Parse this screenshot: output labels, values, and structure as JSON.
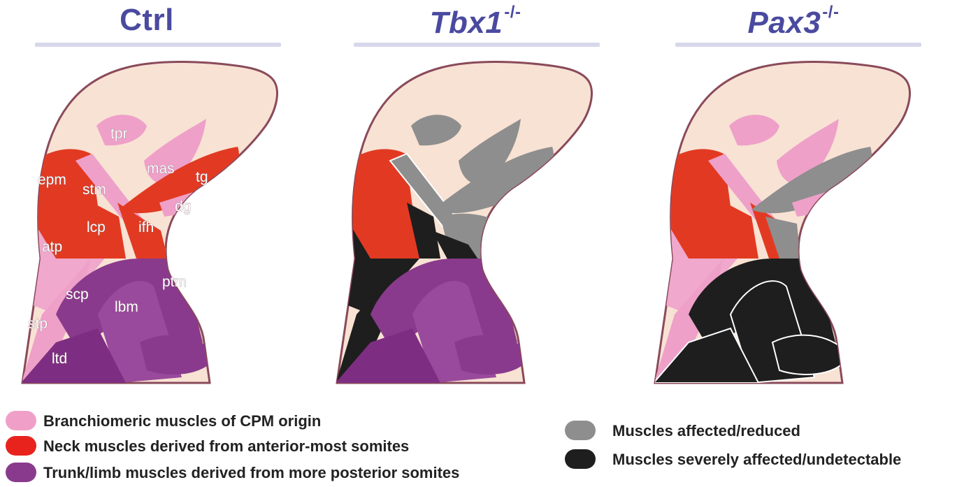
{
  "panels": [
    {
      "title": "Ctrl",
      "superscript": ""
    },
    {
      "title": "Tbx1",
      "superscript": "-/-"
    },
    {
      "title": "Pax3",
      "superscript": "-/-"
    }
  ],
  "muscle_labels": {
    "tpr": "tpr",
    "mas": "mas",
    "tg": "tg",
    "epm": "epm",
    "stm": "stm",
    "dg": "dg",
    "lcp": "lcp",
    "ifh": "ifh",
    "atp": "atp",
    "ptm": "ptm",
    "scp": "scp",
    "lbm": "lbm",
    "stp": "stp",
    "ltd": "ltd"
  },
  "legend_left": [
    {
      "label": "Branchiomeric muscles of CPM origin",
      "color": "#f0a0c8"
    },
    {
      "label": "Neck muscles derived from anterior-most somites",
      "color": "#e8231e"
    },
    {
      "label": "Trunk/limb muscles derived from more posterior somites",
      "color": "#8a3a8c"
    }
  ],
  "legend_right": [
    {
      "label": "Muscles affected/reduced",
      "color": "#8e8e8e"
    },
    {
      "label": "Muscles severely affected/undetectable",
      "color": "#1e1e1e"
    }
  ],
  "colors": {
    "skin": "#f8e2d4",
    "outline": "#8a4a5a",
    "pink": "#eea0c8",
    "red": "#e23a22",
    "purple": "#8a3a8c",
    "gray": "#8e8e8e",
    "black": "#1e1e1e"
  }
}
